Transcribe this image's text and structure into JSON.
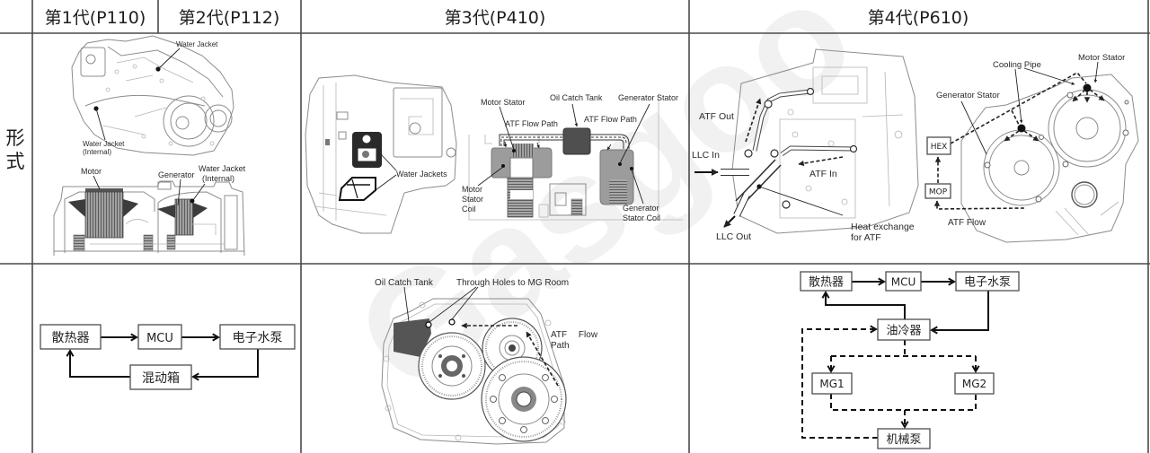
{
  "header": {
    "gen1": "第1代(P110)",
    "gen2": "第2代(P112)",
    "gen3": "第3代(P410)",
    "gen4": "第4代(P610)"
  },
  "rows": {
    "form": {
      "label_line1": "形",
      "label_line2": "式"
    }
  },
  "form_row": {
    "gen12": {
      "housing_view": {
        "water_jacket": "Water Jacket",
        "water_jacket_internal": [
          "Water Jacket",
          "(Internal)"
        ]
      },
      "section_view": {
        "motor": "Motor",
        "generator": "Generator",
        "water_jacket_internal": [
          "Water Jacket",
          "(Internal)"
        ]
      }
    },
    "gen3": {
      "housing_view": {
        "water_jackets": "Water Jackets"
      },
      "section_view": {
        "motor_stator": "Motor Stator",
        "oil_catch_tank": "Oil Catch Tank",
        "generator_stator": "Generator Stator",
        "atf_flow_path_left": "ATF Flow Path",
        "atf_flow_path_right": "ATF Flow Path",
        "motor_stator_coil": [
          "Motor",
          "Stator",
          "Coil"
        ],
        "generator_stator_coil": [
          "Generator",
          "Stator Coil"
        ]
      }
    },
    "gen4": {
      "heat_exchanger_view": {
        "atf_out": "ATF Out",
        "llc_in": "LLC In",
        "atf_in": "ATF In",
        "llc_out": "LLC Out",
        "heat_exchange": [
          "Heat exchange",
          "for ATF"
        ]
      },
      "stator_view": {
        "cooling_pipe": "Cooling Pipe",
        "motor_stator": "Motor Stator",
        "generator_stator": "Generator Stator",
        "hex": "HEX",
        "mop": "MOP",
        "atf_flow": "ATF Flow"
      }
    }
  },
  "cooling_row": {
    "gen12": {
      "radiator": "散热器",
      "mcu": "MCU",
      "pump": "电子水泵",
      "hybrid_box": "混动箱"
    },
    "gen3": {
      "oil_catch_tank": "Oil Catch Tank",
      "through_holes": "Through Holes to MG Room",
      "atf_flow_path": [
        "ATF Flow",
        "Path"
      ]
    },
    "gen4": {
      "radiator": "散热器",
      "mcu": "MCU",
      "pump": "电子水泵",
      "oil_cooler": "油冷器",
      "mg1": "MG1",
      "mg2": "MG2",
      "mech_pump": "机械泵"
    }
  },
  "watermark": "Gasgoo",
  "colors": {
    "grid": "#4a4a4a",
    "text": "#1e1e1e",
    "line_art": "#8c8c8c"
  }
}
